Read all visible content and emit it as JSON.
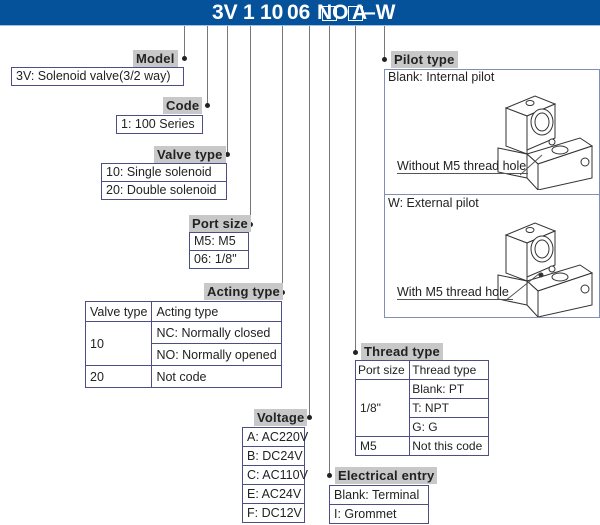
{
  "header": {
    "code_parts": [
      "3V",
      "1",
      "10",
      "06",
      "NO",
      "A",
      "□",
      "□",
      "–W"
    ],
    "bar_color": "#05529a"
  },
  "model": {
    "label": "Model",
    "options": [
      "3V: Solenoid valve(3/2 way)"
    ]
  },
  "code": {
    "label": "Code",
    "options": [
      "1: 100 Series"
    ]
  },
  "valve_type": {
    "label": "Valve type",
    "options": [
      "10: Single solenoid",
      "20: Double solenoid"
    ]
  },
  "port_size": {
    "label": "Port size",
    "options": [
      "M5: M5",
      "06: 1/8\""
    ]
  },
  "acting_type": {
    "label": "Acting type",
    "headers": [
      "Valve type",
      "Acting type"
    ],
    "rows": [
      {
        "valve": "10",
        "acting": [
          "NC: Normally closed",
          "NO: Normally opened"
        ]
      },
      {
        "valve": "20",
        "acting": [
          "Not  code"
        ]
      }
    ]
  },
  "voltage": {
    "label": "Voltage",
    "options": [
      "A: AC220V",
      "B: DC24V",
      "C: AC110V",
      "E: AC24V",
      "F: DC12V"
    ]
  },
  "electrical_entry": {
    "label": "Electrical entry",
    "options": [
      "Blank: Terminal",
      "I: Grommet"
    ]
  },
  "thread_type": {
    "label": "Thread type",
    "headers": [
      "Port size",
      "Thread type"
    ],
    "rows": [
      {
        "port": "1/8\"",
        "thread": [
          "Blank: PT",
          "T: NPT",
          "G: G"
        ]
      },
      {
        "port": "M5",
        "thread": [
          "Not this code"
        ]
      }
    ]
  },
  "pilot_type": {
    "label": "Pilot type",
    "internal": {
      "title": "Blank: Internal pilot",
      "note": "Without M5 thread hole"
    },
    "external": {
      "title": "W: External pilot",
      "note": "With M5 thread hole"
    }
  }
}
